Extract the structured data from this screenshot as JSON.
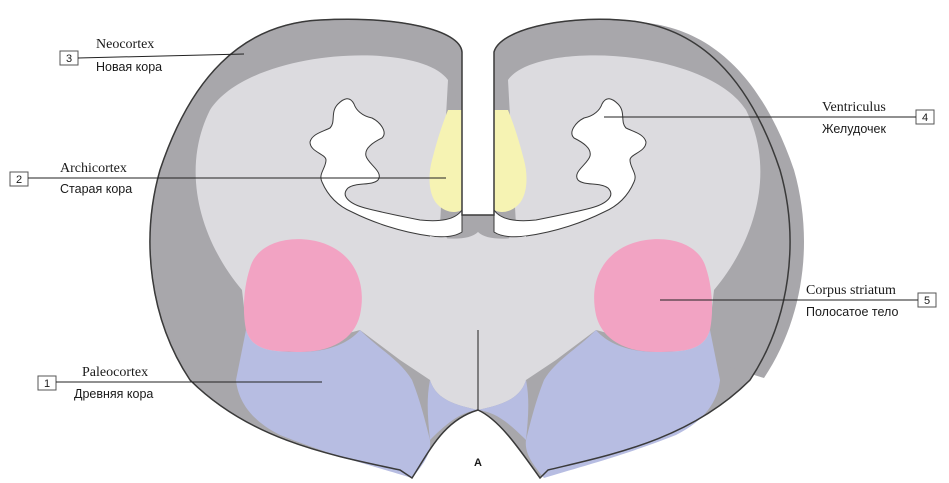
{
  "colors": {
    "background": "#ffffff",
    "outline": "#3a3a3a",
    "neocortex": "#a8a7ab",
    "white_matter": "#dcdbdf",
    "archicortex": "#f6f3b3",
    "corpus_striatum": "#f2a3c3",
    "paleocortex": "#b7bde2",
    "ventricle": "#ffffff"
  },
  "panel_label": "A",
  "labels": {
    "neocortex": {
      "number": "3",
      "latin": "Neocortex",
      "russian": "Новая кора"
    },
    "archicortex": {
      "number": "2",
      "latin": "Archicortex",
      "russian": "Старая кора"
    },
    "paleocortex": {
      "number": "1",
      "latin": "Paleocortex",
      "russian": "Древняя кора"
    },
    "ventriculus": {
      "number": "4",
      "latin": "Ventriculus",
      "russian": "Желудочек"
    },
    "corpus_striatum": {
      "number": "5",
      "latin": "Corpus striatum",
      "russian": "Полосатое тело"
    }
  }
}
